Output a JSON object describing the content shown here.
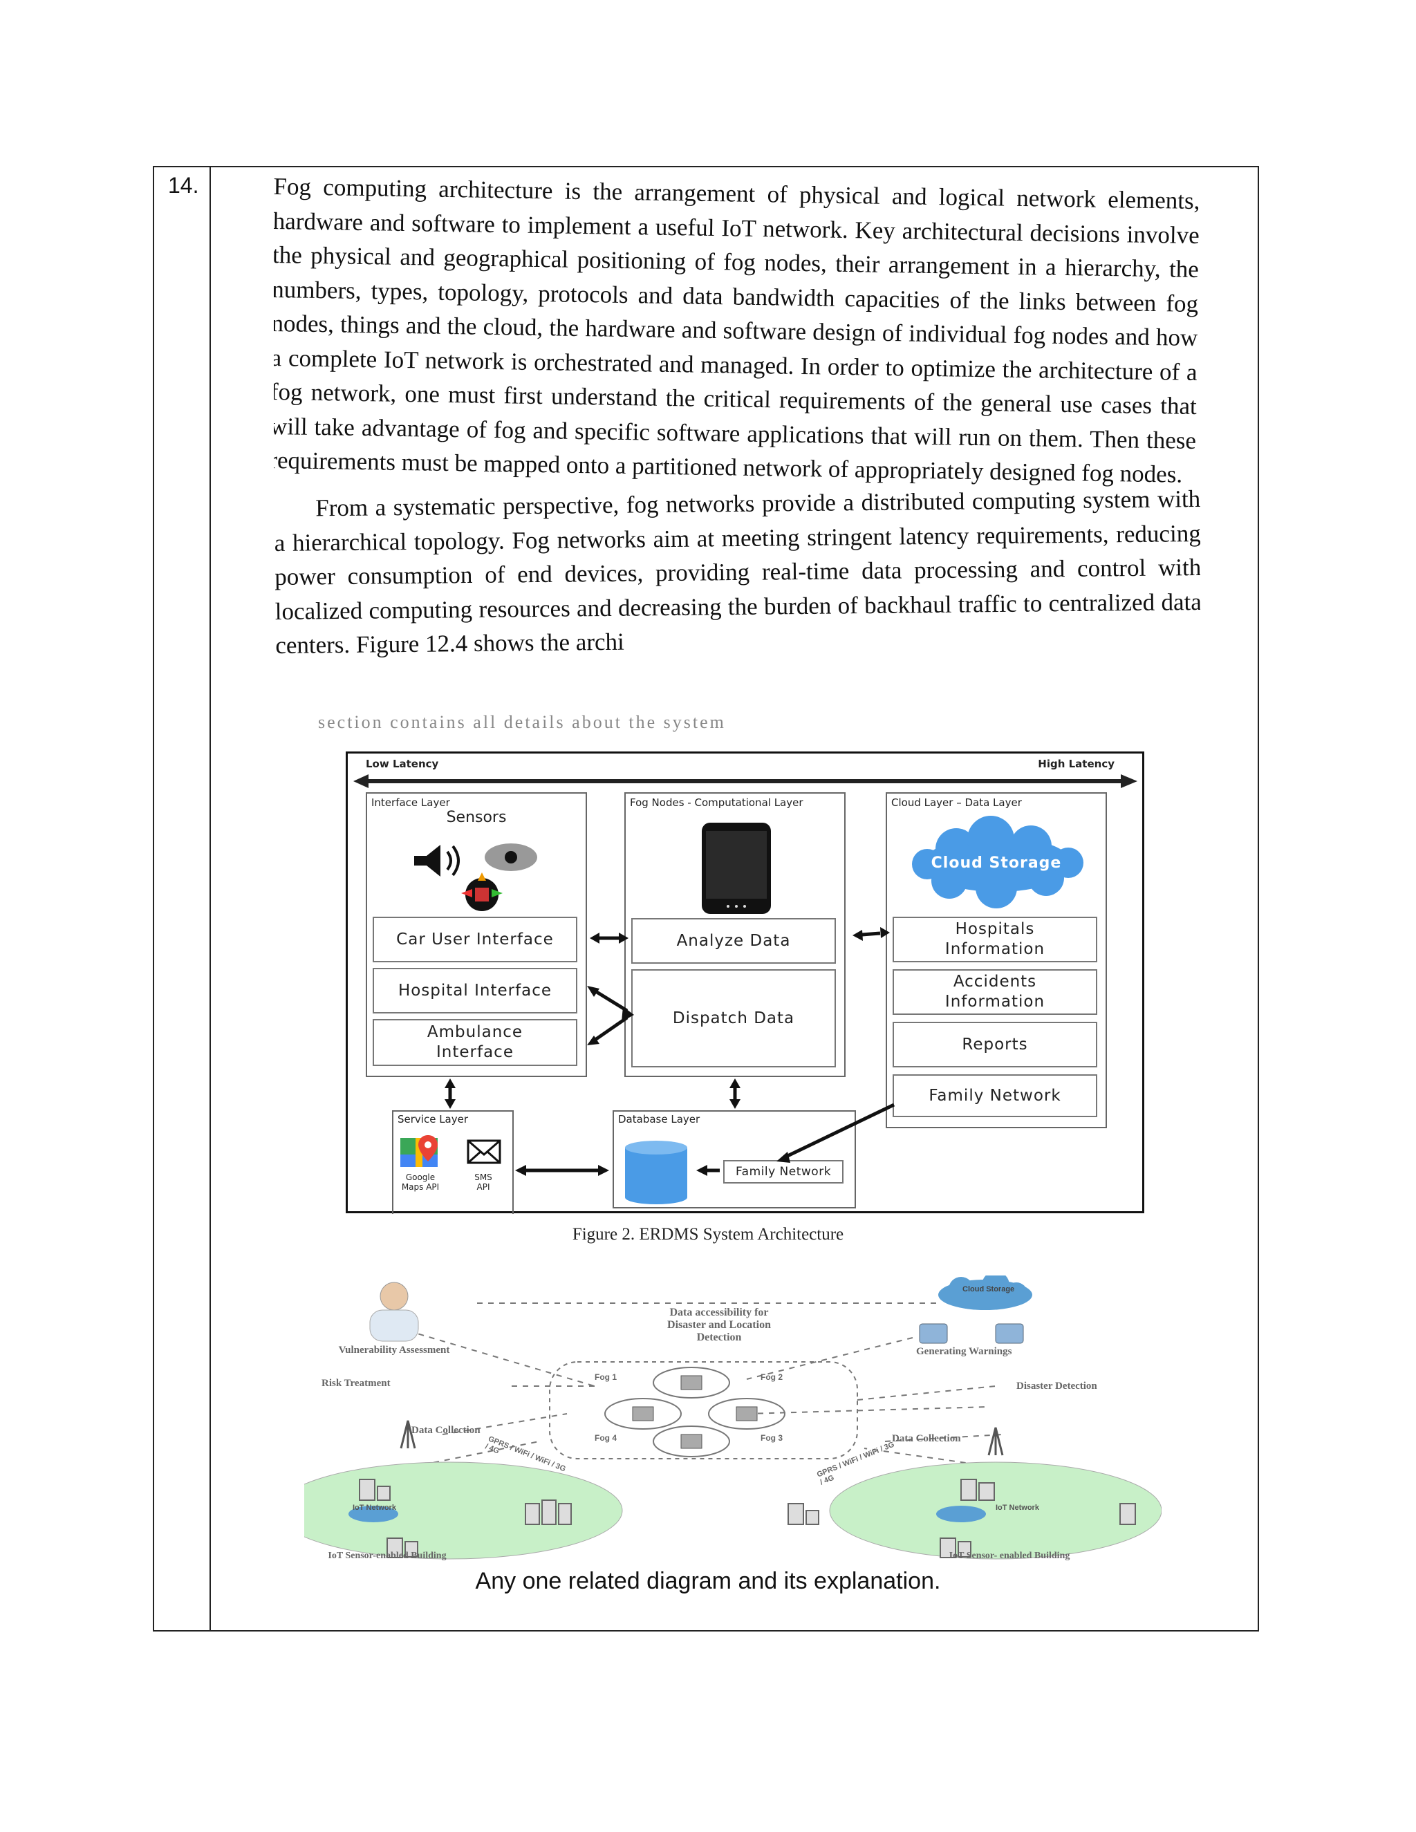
{
  "question": {
    "number": "14."
  },
  "scanned_text": {
    "paragraph_1": "Fog computing architecture is the arrangement of physical and logical network elements, hardware and software to implement a useful IoT network. Key architectural decisions involve the physical and geographical positioning of fog nodes, their arrangement in a hierarchy, the numbers, types, topology, protocols and data bandwidth capacities of the links between fog nodes, things and the cloud, the hardware and software design of individual fog nodes and how a complete IoT network is orchestrated and managed. In order to optimize the architecture of a fog network, one must first understand the critical requirements of the general use cases that will take advantage of fog and specific software applications that will run on them. Then these requirements must be mapped onto a partitioned network of appropriately designed fog nodes.",
    "paragraph_2": "From a systematic perspective, fog networks provide a distributed computing system with a hierarchical topology. Fog networks aim at meeting stringent latency requirements, reducing power consumption of end devices, providing real-time data processing and control with localized computing resources and decreasing the burden of backhaul traffic to centralized data centers. Figure 12.4 shows the archi",
    "cut_line": "section contains all details about the system"
  },
  "figure2": {
    "low_latency": "Low Latency",
    "high_latency": "High Latency",
    "interface_layer": {
      "title": "Interface Layer",
      "sensors": "Sensors",
      "car_ui": "Car User Interface",
      "hospital_interface": "Hospital Interface",
      "ambulance_interface": "Ambulance Interface"
    },
    "fog_layer": {
      "title": "Fog Nodes - Computational Layer",
      "analyze": "Analyze Data",
      "dispatch": "Dispatch Data"
    },
    "cloud_layer": {
      "title": "Cloud Layer – Data Layer",
      "cloud_storage": "Cloud Storage",
      "hospitals": "Hospitals Information",
      "accidents": "Accidents Information",
      "reports": "Reports",
      "family": "Family Network"
    },
    "service_layer": {
      "title": "Service Layer",
      "google_maps": "Google Maps API",
      "sms": "SMS API"
    },
    "database_layer": {
      "title": "Database Layer",
      "family": "Family Network"
    },
    "caption": "Figure 2. ERDMS System Architecture"
  },
  "figure3": {
    "cloud_storage": "Cloud Storage",
    "data_access": "Data accessibility for Disaster and Location Detection",
    "vulnerability": "Vulnerability Assessment",
    "risk": "Risk Treatment",
    "generating": "Generating Warnings",
    "disaster_detection": "Disaster Detection",
    "fog1": "Fog 1",
    "fog2": "Fog 2",
    "fog3": "Fog 3",
    "fog4": "Fog 4",
    "data_collection_left": "Data Collection",
    "data_collection_right": "Data Collection",
    "gprs_left": "GPRS / WiFi / WiFi / 3G / 4G",
    "gprs_right": "GPRS / WiFi / WiFi / 3G / 4G",
    "iot_network_left": "IoT Network",
    "iot_network_right": "IoT Network",
    "building_left": "IoT Sensor-enabled Building",
    "building_right": "IoT Sensor- enabled Building"
  },
  "instruction": "Any one related diagram and its explanation."
}
